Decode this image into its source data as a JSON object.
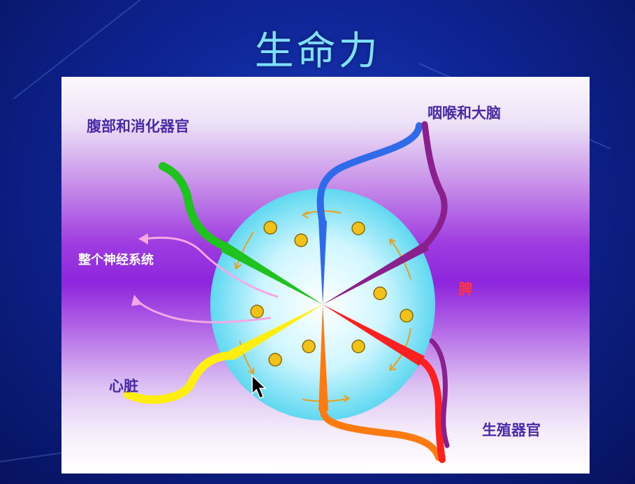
{
  "slide": {
    "title": "生命力"
  },
  "diagram": {
    "labels": {
      "abdomen": "腹部和消化器官",
      "throat_brain": "咽喉和大脑",
      "nervous_system": "整个神经系统",
      "spleen": "脾",
      "heart": "心脏",
      "reproductive": "生殖器官"
    },
    "colors": {
      "background": "#0e2596",
      "title": "#7fe0ff",
      "label": "#4a2aa8",
      "sphere": "#8fe8f8",
      "dot": "#f2c21a",
      "channel_blue": "#2f6be8",
      "channel_purple": "#8a1f8e",
      "channel_green": "#1fc21f",
      "channel_pink": "#f5a8e6",
      "channel_yellow": "#ffee10",
      "channel_orange": "#ff7a10",
      "channel_red": "#ff2020",
      "spleen_label": "#ff3344"
    },
    "icons": [
      "arrow-cursor-icon"
    ]
  }
}
